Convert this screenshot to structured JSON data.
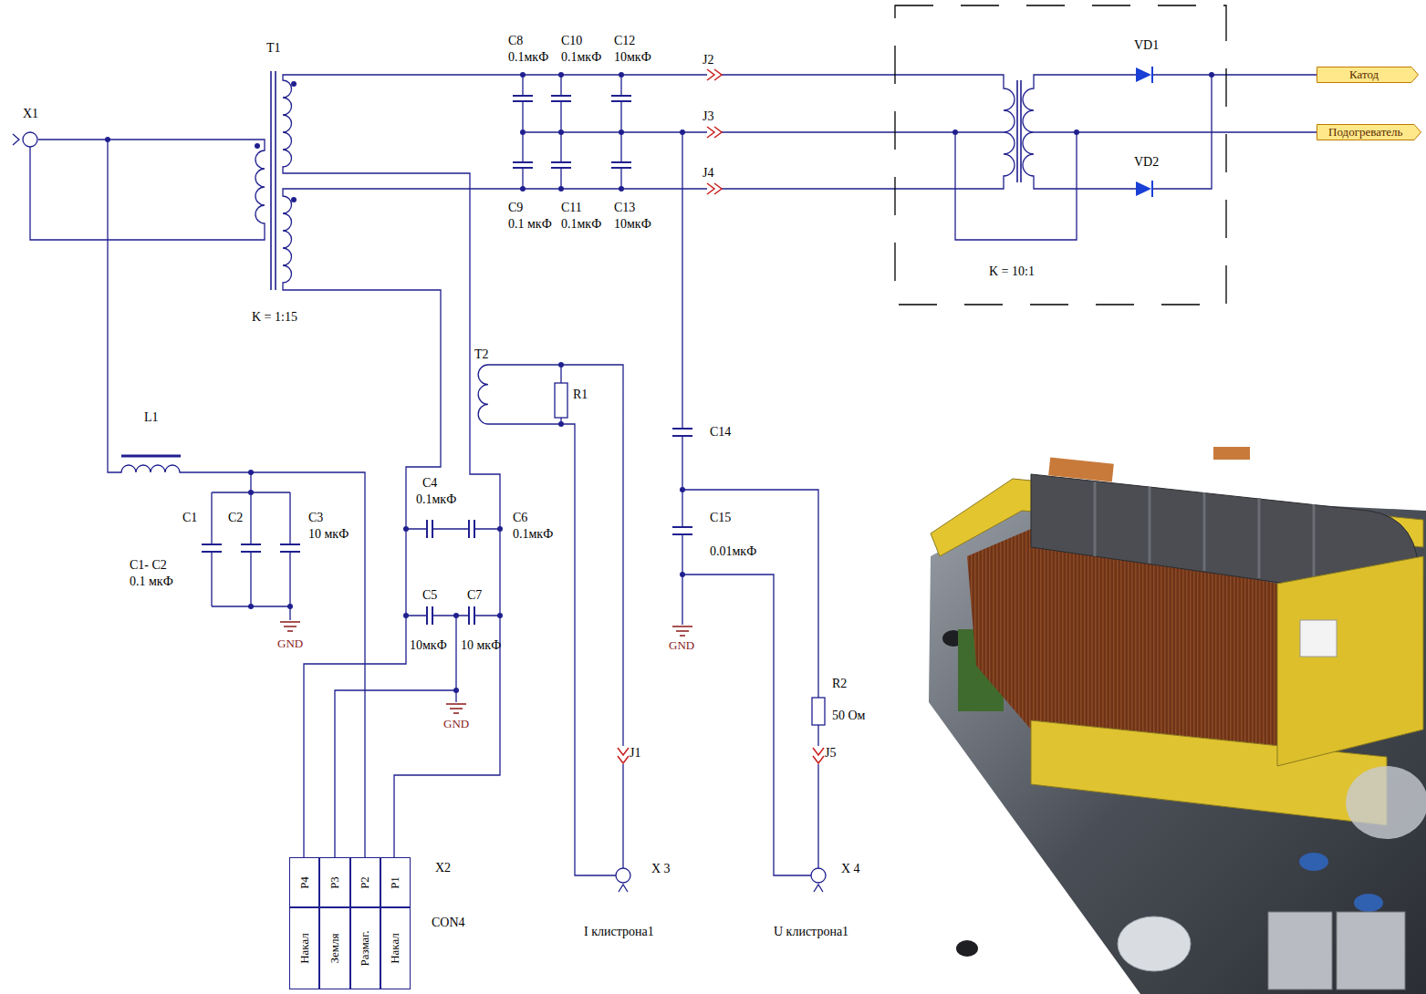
{
  "diagram": {
    "nodes": [
      {
        "text": [
          "K = 10:1"
        ]
      },
      {
        "text": [
          "Катод"
        ]
      },
      {
        "text": [
          "Подогреватель"
        ]
      },
      {
        "text": [
          "X2",
          "CON4"
        ]
      },
      {
        "text": [
          "P4"
        ],
        "in": 3
      },
      {
        "text": [
          "P3"
        ],
        "in": 3
      },
      {
        "text": [
          "P2"
        ],
        "in": 3
      },
      {
        "text": [
          "P1"
        ],
        "in": 3
      },
      {
        "text": [
          "Накал"
        ],
        "in": 3
      },
      {
        "text": [
          "Земля"
        ],
        "in": 3
      },
      {
        "text": [
          "Размаг."
        ],
        "in": 3
      },
      {
        "text": [
          "Накал"
        ],
        "in": 3
      }
    ],
    "labels": [
      "T1",
      "X1",
      "C8",
      "0.1мкФ",
      "C10",
      "0.1мкФ",
      "C12",
      "10мкФ",
      "J2",
      "J3",
      "J4",
      "C9",
      "0.1 мкФ",
      "C11",
      "0.1мкФ",
      "C13",
      "10мкФ",
      "VD1",
      "VD2",
      "K = 1:15",
      "T2",
      "R1",
      "L1",
      "C14",
      "C1",
      "C2",
      "C3",
      "10 мкФ",
      "C1- C2",
      "0.1 мкФ",
      "C4",
      "0.1мкФ",
      "C6",
      "0.1мкФ",
      "C5",
      "C7",
      "C15",
      "0.01мкФ",
      "GND",
      "10мкФ",
      "10 мкФ",
      "GND",
      "R2",
      "50 Ом",
      "GND",
      "J1",
      "J5",
      "X 3",
      "X 4",
      "I клистрона1",
      "U клистрона1"
    ]
  }
}
